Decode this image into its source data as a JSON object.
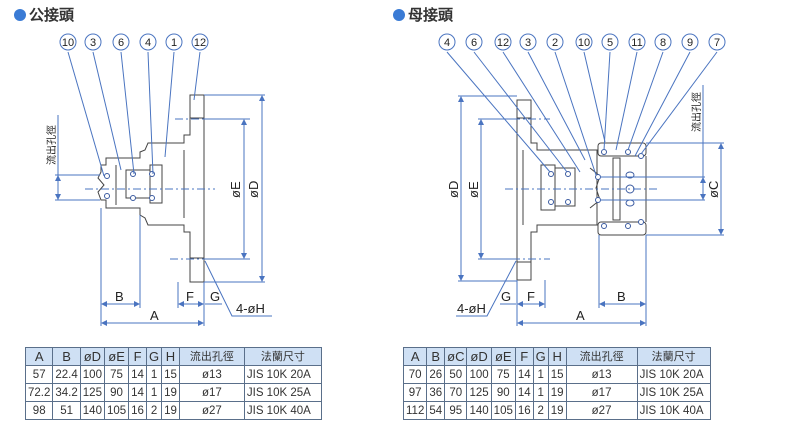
{
  "male": {
    "title": "公接頭",
    "callouts": [
      "10",
      "3",
      "6",
      "4",
      "1",
      "12"
    ],
    "dims": {
      "B": "B",
      "A": "A",
      "F": "F",
      "G": "G",
      "H": "4-øH",
      "D": "øD",
      "E": "øE",
      "outlet": "流出孔徑"
    },
    "table": {
      "headers": [
        "A",
        "B",
        "øD",
        "øE",
        "F",
        "G",
        "H",
        "流出孔徑",
        "法蘭尺寸"
      ],
      "rows": [
        [
          "57",
          "22.4",
          "100",
          "75",
          "14",
          "1",
          "15",
          "ø13",
          "JIS 10K 20A"
        ],
        [
          "72.2",
          "34.2",
          "125",
          "90",
          "14",
          "1",
          "19",
          "ø17",
          "JIS 10K 25A"
        ],
        [
          "98",
          "51",
          "140",
          "105",
          "16",
          "2",
          "19",
          "ø27",
          "JIS 10K 40A"
        ]
      ]
    }
  },
  "female": {
    "title": "母接頭",
    "callouts": [
      "4",
      "6",
      "12",
      "3",
      "2",
      "10",
      "5",
      "11",
      "8",
      "9",
      "7"
    ],
    "dims": {
      "B": "B",
      "A": "A",
      "F": "F",
      "G": "G",
      "H": "4-øH",
      "D": "øD",
      "E": "øE",
      "C": "øC",
      "outlet": "流出孔徑"
    },
    "table": {
      "headers": [
        "A",
        "B",
        "øC",
        "øD",
        "øE",
        "F",
        "G",
        "H",
        "流出孔徑",
        "法蘭尺寸"
      ],
      "rows": [
        [
          "70",
          "26",
          "50",
          "100",
          "75",
          "14",
          "1",
          "15",
          "ø13",
          "JIS 10K 20A"
        ],
        [
          "97",
          "36",
          "70",
          "125",
          "90",
          "14",
          "1",
          "19",
          "ø17",
          "JIS 10K 25A"
        ],
        [
          "112",
          "54",
          "95",
          "140",
          "105",
          "16",
          "2",
          "19",
          "ø27",
          "JIS 10K 40A"
        ]
      ]
    }
  },
  "colors": {
    "accent": "#3a7bd5",
    "dim_line": "#4a74c0",
    "header_bg": "#cfe0f4",
    "outline": "#444444"
  }
}
